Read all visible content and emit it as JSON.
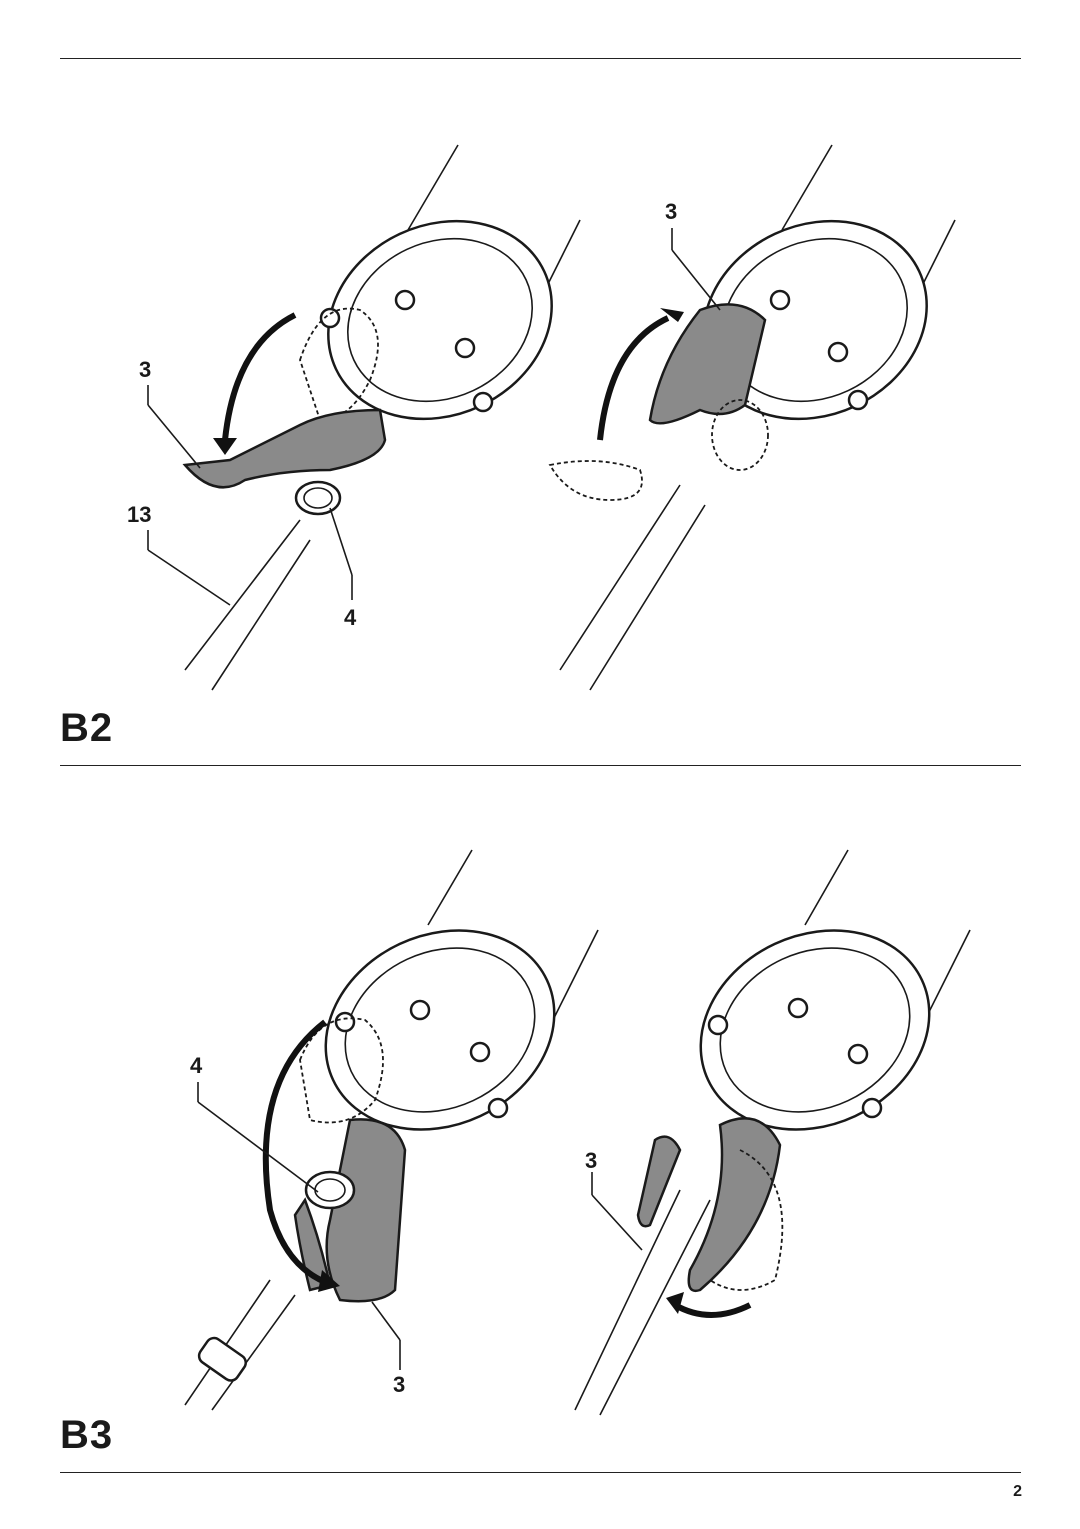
{
  "figures": [
    {
      "label": "B2",
      "callouts": {
        "left_top": "3",
        "left_mid": "13",
        "left_bottom": "4",
        "right_top": "3"
      }
    },
    {
      "label": "B3",
      "callouts": {
        "left_top": "4",
        "left_bottom": "3",
        "right_mid": "3"
      }
    }
  ],
  "page_number": "2"
}
